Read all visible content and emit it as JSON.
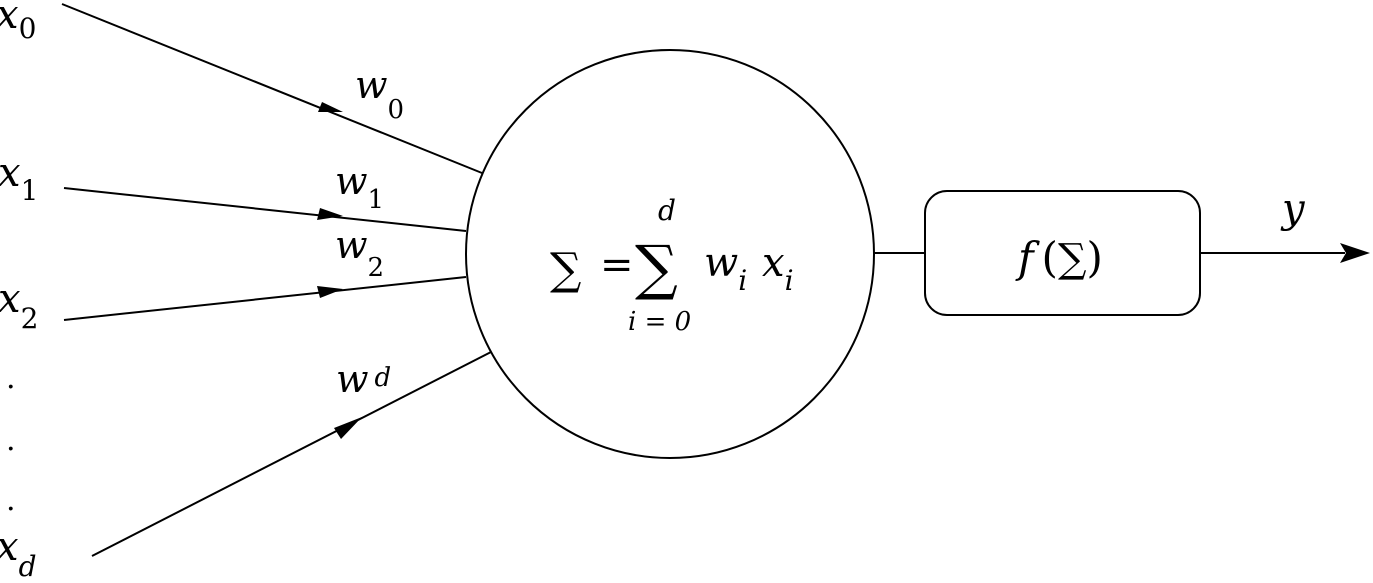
{
  "inputs": [
    {
      "base": "x",
      "sub": "0"
    },
    {
      "base": "x",
      "sub": "1"
    },
    {
      "base": "x",
      "sub": "2"
    },
    {
      "base": "x",
      "sub": "d"
    }
  ],
  "ellipsis": ".",
  "weights": [
    {
      "base": "w",
      "sub": "0"
    },
    {
      "base": "w",
      "sub": "1"
    },
    {
      "base": "w",
      "sub": "2"
    },
    {
      "base": "w",
      "sub": "d"
    }
  ],
  "neuron": {
    "sum_symbol": "∑",
    "equals": "=",
    "big_sum": "∑",
    "upper_limit": "d",
    "lower_limit": "i = 0",
    "w": "w",
    "w_sub": "i",
    "x": "x",
    "x_sub": "i"
  },
  "activation": {
    "f": "f",
    "open_paren": "(",
    "sum_symbol": "∑",
    "close_paren": ")"
  },
  "output": {
    "label": "y"
  }
}
